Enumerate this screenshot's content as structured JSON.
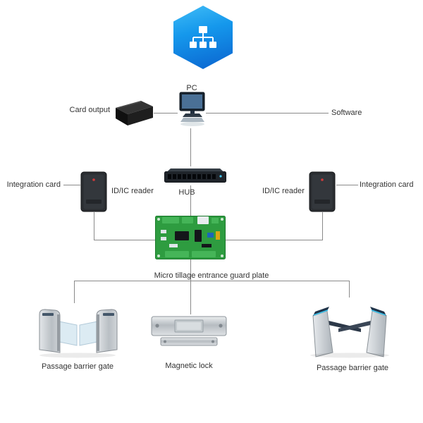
{
  "diagram": {
    "logo": {
      "icon": "sitemap-network-icon",
      "shape": "hexagon",
      "color_top": "#41bdf7",
      "color_bottom": "#0a63cf"
    },
    "labels": {
      "pc": "PC",
      "card_output": "Card output",
      "software": "Software",
      "hub": "HUB",
      "reader_left": "ID/IC reader",
      "reader_right": "ID/IC reader",
      "integration_left": "Integration card",
      "integration_right": "Integration card",
      "guard_plate": "Micro tillage entrance guard plate",
      "barrier_left": "Passage barrier gate",
      "magnetic_lock": "Magnetic lock",
      "barrier_right": "Passage barrier gate"
    },
    "devices": [
      "pc-monitor",
      "card-output-box",
      "network-hub",
      "idic-reader-left",
      "idic-reader-right",
      "access-control-board",
      "magnetic-lock",
      "flap-barrier-gate",
      "swing-barrier-gate"
    ],
    "colors": {
      "line": "#8a8a8a",
      "label_text": "#333333",
      "board_green": "#2e9c40",
      "hexagon_blue": "#1598ec"
    }
  }
}
